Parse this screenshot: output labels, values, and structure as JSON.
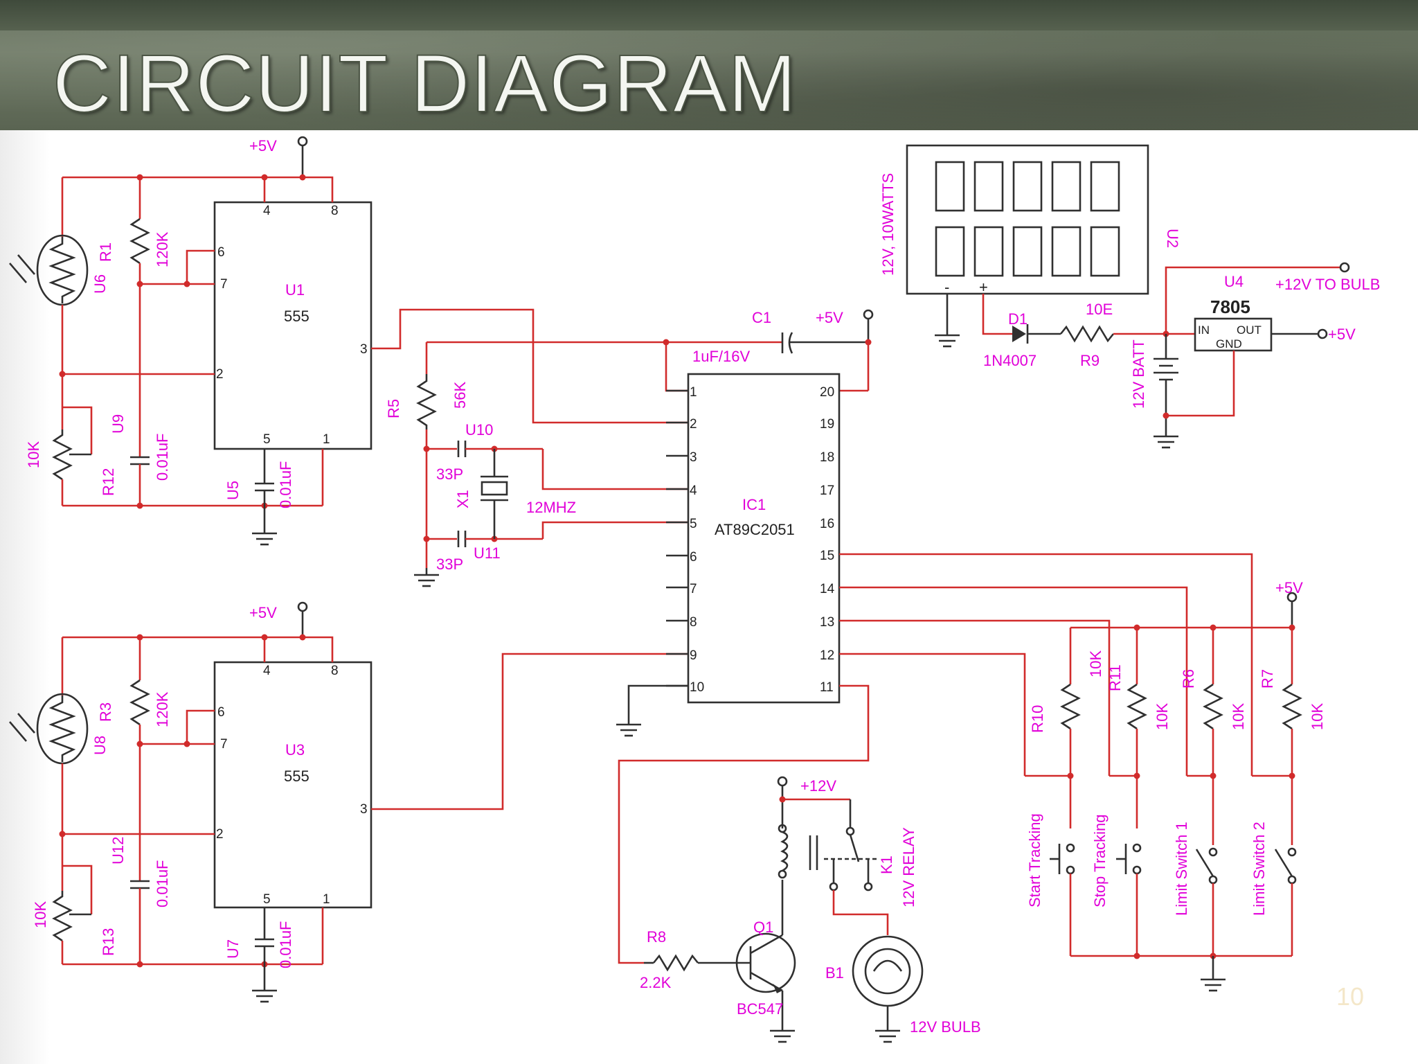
{
  "slide": {
    "title": "CIRCUIT DIAGRAM",
    "page_number": "10"
  },
  "labels": {
    "p5v": "+5V",
    "p12v": "+12V",
    "u1": "U1",
    "u3": "U3",
    "n555": "555",
    "u6": "U6",
    "u8": "U8",
    "u9": "U9",
    "u12": "U12",
    "u5": "U5",
    "u7": "U7",
    "r1": "R1",
    "r3": "R3",
    "r12": "R12",
    "r13": "R13",
    "v120k": "120K",
    "v10k": "10K",
    "c001": "0.01uF",
    "r5": "R5",
    "v56k": "56K",
    "u10": "U10",
    "u11": "U11",
    "c33p": "33P",
    "x1": "X1",
    "mhz": "12MHZ",
    "c1": "C1",
    "c1v": "1uF/16V",
    "ic1": "IC1",
    "at89": "AT89C2051",
    "u2": "U2",
    "panel": "12V, 10WATTS",
    "d1": "D1",
    "in4007": "1N4007",
    "r9": "R9",
    "v10e": "10E",
    "batt": "12V BATT",
    "u4": "U4",
    "n7805": "7805",
    "reg_in": "IN",
    "reg_out": "OUT",
    "reg_gnd": "GND",
    "to_bulb": "+12V TO BULB",
    "r6": "R6",
    "r7": "R7",
    "r10": "R10",
    "r11": "R11",
    "start": "Start Tracking",
    "stop": "Stop Tracking",
    "limit1": "Limit Switch 1",
    "limit2": "Limit Switch 2",
    "r8": "R8",
    "v22k": "2.2K",
    "q1": "Q1",
    "bc547": "BC547",
    "k1": "K1",
    "relay": "12V RELAY",
    "b1": "B1",
    "bulb": "12V BULB",
    "pin1": "1",
    "pin2": "2",
    "pin3": "3",
    "pin4": "4",
    "pin5": "5",
    "pin6": "6",
    "pin7": "7",
    "pin8": "8",
    "pin9": "9",
    "pin10": "10",
    "pin11": "11",
    "pin12": "12",
    "pin13": "13",
    "pin14": "14",
    "pin15": "15",
    "pin16": "16",
    "pin17": "17",
    "pin18": "18",
    "pin19": "19",
    "pin20": "20",
    "pol_minus": "-",
    "pol_plus": "+"
  },
  "colors": {
    "wire": "#d12b2b",
    "label": "#e100d8",
    "outline": "#303030"
  }
}
